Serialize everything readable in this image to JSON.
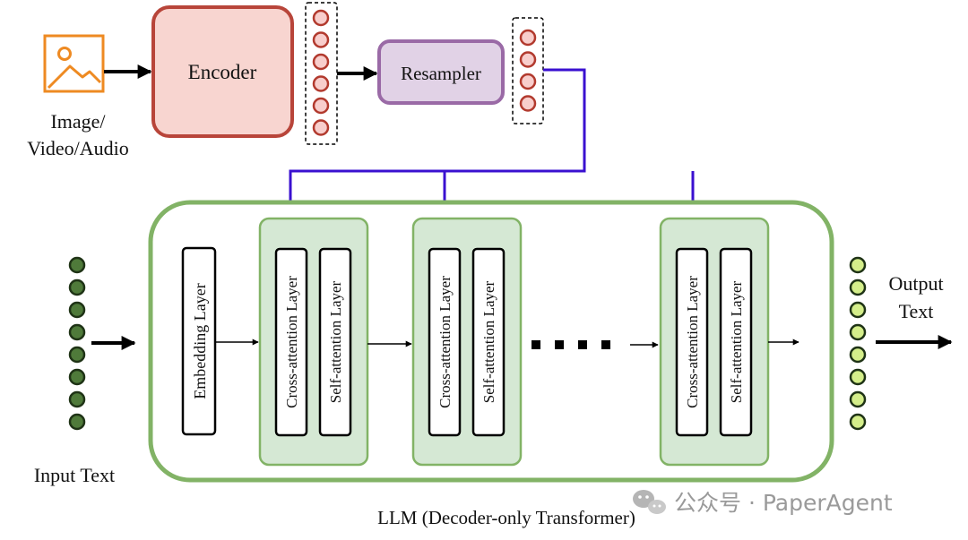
{
  "inputs": {
    "media_label_line1": "Image/",
    "media_label_line2": "Video/Audio",
    "text_label": "Input Text",
    "input_token_count": 8
  },
  "encoder": {
    "label": "Encoder",
    "token_count": 6
  },
  "resampler": {
    "label": "Resampler",
    "token_count": 4
  },
  "llm": {
    "label": "LLM (Decoder-only Transformer)",
    "embedding_label": "Embedding Layer",
    "blocks": [
      {
        "cross_label": "Cross-attention Layer",
        "self_label": "Self-attention Layer"
      },
      {
        "cross_label": "Cross-attention Layer",
        "self_label": "Self-attention Layer"
      },
      {
        "cross_label": "Cross-attention Layer",
        "self_label": "Self-attention Layer"
      }
    ]
  },
  "output": {
    "label_line1": "Output",
    "label_line2": "Text",
    "token_count": 8
  },
  "watermark": {
    "text": "公众号 · PaperAgent"
  },
  "colors": {
    "encoder_fill": "#f8d5d0",
    "encoder_stroke": "#b8453a",
    "resampler_fill": "#e1d2e6",
    "resampler_stroke": "#9a6aa6",
    "llm_stroke": "#82b366",
    "block_fill": "#d5e8d4",
    "connector": "#3a10d0",
    "token_red_fill": "#f8cecc",
    "token_red_stroke": "#b23a2e",
    "token_dark_green": "#4f7a3a",
    "token_light_green": "#d4ee8a",
    "media_icon": "#ee8a22"
  }
}
